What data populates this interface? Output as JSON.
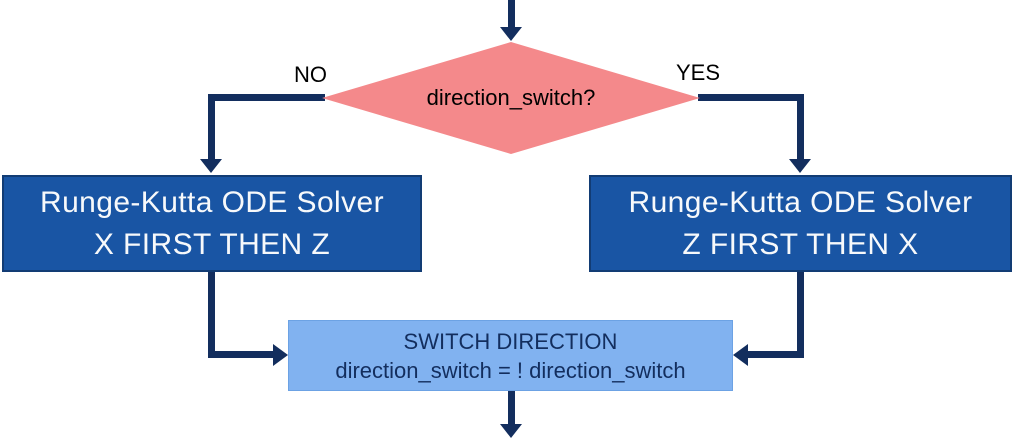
{
  "diagram": {
    "decision": {
      "label": "direction_switch?"
    },
    "branch_no": {
      "label": "NO"
    },
    "branch_yes": {
      "label": "YES"
    },
    "box_left": {
      "line1": "Runge-Kutta ODE Solver",
      "line2": "X FIRST THEN Z"
    },
    "box_right": {
      "line1": "Runge-Kutta ODE Solver",
      "line2": "Z FIRST THEN X"
    },
    "box_switch": {
      "line1": "SWITCH DIRECTION",
      "line2": "direction_switch = ! direction_switch"
    },
    "colors": {
      "decision_fill": "#F4898B",
      "decision_text": "#000000",
      "solver_fill": "#1955A4",
      "solver_border": "#123C74",
      "solver_text": "#F7F9FB",
      "switch_fill": "#81B2F0",
      "switch_border": "#6CA2E4",
      "switch_text": "#132E5E",
      "arrow": "#132E5E",
      "label_text": "#000000"
    }
  }
}
